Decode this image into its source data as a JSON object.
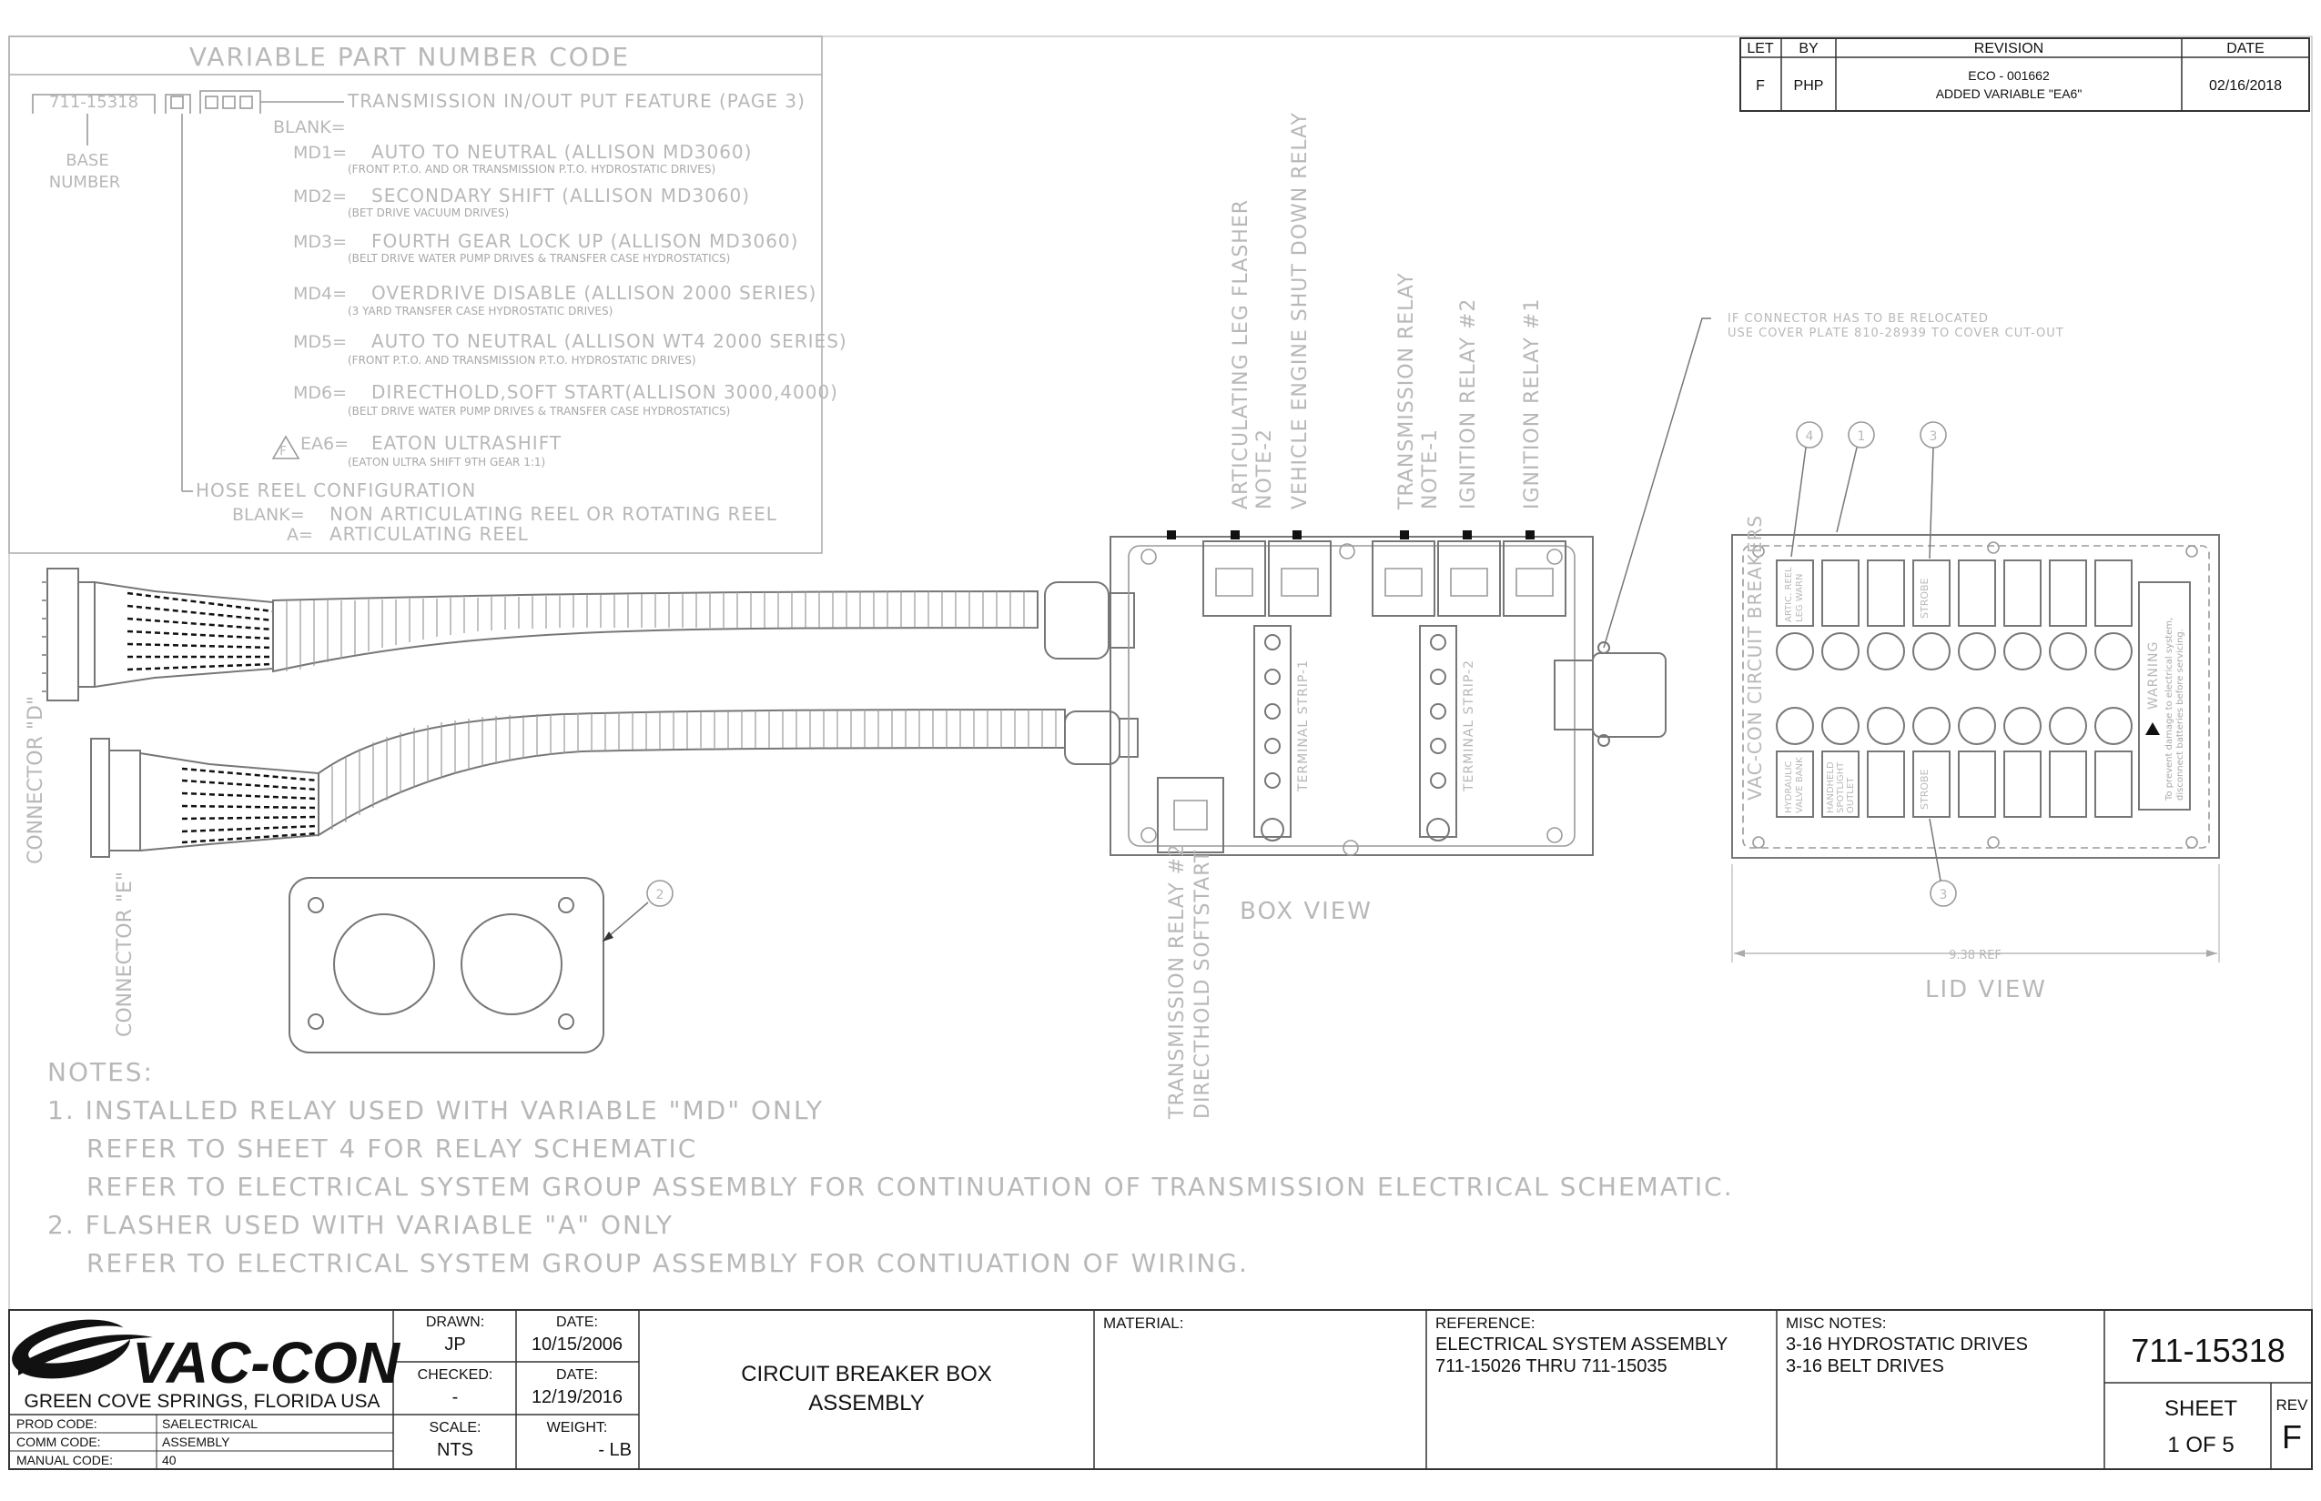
{
  "revision_table": {
    "headers": [
      "LET",
      "BY",
      "REVISION",
      "DATE"
    ],
    "row": {
      "let": "F",
      "by": "PHP",
      "revision_1": "ECO - 001662",
      "revision_2": "ADDED VARIABLE \"EA6\"",
      "date": "02/16/2018"
    }
  },
  "part_code": {
    "title": "VARIABLE PART NUMBER CODE",
    "base_part": "711-15318",
    "base_label_1": "BASE",
    "base_label_2": "NUMBER",
    "transmission_heading": "TRANSMISSION IN/OUT PUT FEATURE (PAGE 3)",
    "blank_label": "BLANK=",
    "options": [
      {
        "code": "MD1=",
        "name": "AUTO TO NEUTRAL (ALLISON MD3060)",
        "note": "(FRONT P.T.O. AND OR TRANSMISSION P.T.O. HYDROSTATIC DRIVES)"
      },
      {
        "code": "MD2=",
        "name": "SECONDARY SHIFT (ALLISON MD3060)",
        "note": "(BET DRIVE VACUUM DRIVES)"
      },
      {
        "code": "MD3=",
        "name": "FOURTH GEAR LOCK UP (ALLISON MD3060)",
        "note": "(BELT DRIVE WATER PUMP DRIVES & TRANSFER CASE HYDROSTATICS)"
      },
      {
        "code": "MD4=",
        "name": "OVERDRIVE DISABLE (ALLISON 2000 SERIES)",
        "note": "(3 YARD TRANSFER CASE HYDROSTATIC DRIVES)"
      },
      {
        "code": "MD5=",
        "name": "AUTO TO NEUTRAL (ALLISON WT4 2000 SERIES)",
        "note": "(FRONT P.T.O. AND TRANSMISSION P.T.O. HYDROSTATIC DRIVES)"
      },
      {
        "code": "MD6=",
        "name": "DIRECTHOLD,SOFT START(ALLISON 3000,4000)",
        "note": "(BELT DRIVE WATER PUMP DRIVES & TRANSFER CASE HYDROSTATICS)"
      },
      {
        "code": "EA6=",
        "name": "EATON ULTRASHIFT",
        "note": "(EATON ULTRA SHIFT 9TH GEAR 1:1)"
      }
    ],
    "revision_marker": "F",
    "hose_heading": "HOSE REEL CONFIGURATION",
    "hose_options": [
      {
        "code": "BLANK=",
        "name": "NON ARTICULATING REEL OR ROTATING REEL"
      },
      {
        "code": "A=",
        "name": "ARTICULATING REEL"
      }
    ]
  },
  "connectors": {
    "d": "CONNECTOR \"D\"",
    "e": "CONNECTOR \"E\""
  },
  "relay_labels": [
    {
      "line1": "ARTICULATING LEG FLASHER",
      "line2": "NOTE-2"
    },
    {
      "line1": "VEHICLE ENGINE SHUT DOWN RELAY",
      "line2": ""
    },
    {
      "line1": "TRANSMISSION RELAY",
      "line2": "NOTE-1"
    },
    {
      "line1": "IGNITION RELAY #2",
      "line2": ""
    },
    {
      "line1": "IGNITION RELAY #1",
      "line2": ""
    }
  ],
  "box_view": {
    "title": "BOX VIEW",
    "strip1": "TERMINAL STRIP-1",
    "strip2": "TERMINAL STRIP-2",
    "bottom_relay_1": "TRANSMISSION RELAY #2",
    "bottom_relay_2": "DIRECTHOLD SOFTSTART"
  },
  "connector_note": {
    "line1": "IF CONNECTOR HAS TO BE RELOCATED",
    "line2": "USE COVER PLATE 810-28939 TO COVER CUT-OUT"
  },
  "lid_view": {
    "title": "LID VIEW",
    "dimension": "9.38 REF",
    "brand_vertical": "VAC-CON CIRCUIT BREAKERS",
    "labels": {
      "leg": [
        "ARTIC. REEL",
        "LEG WARN"
      ],
      "strobe": "STROBE",
      "hyd": [
        "HYDRAULIC",
        "VALVE BANK"
      ],
      "spot": [
        "HANDHELD",
        "SPOTLIGHT",
        "OUTLET"
      ]
    },
    "warning_heading": "WARNING",
    "warning_text": [
      "To prevent damage to electrical system,",
      "disconnect batteries before servicing."
    ],
    "balloons": [
      "4",
      "1",
      "3",
      "3"
    ]
  },
  "cover_plate_balloon": "2",
  "notes": {
    "heading": "NOTES:",
    "lines": [
      "1. INSTALLED RELAY USED WITH VARIABLE \"MD\" ONLY",
      "REFER TO SHEET 4 FOR RELAY SCHEMATIC",
      "REFER TO ELECTRICAL SYSTEM GROUP ASSEMBLY FOR CONTINUATION OF TRANSMISSION ELECTRICAL SCHEMATIC.",
      "2. FLASHER USED WITH VARIABLE \"A\" ONLY",
      "REFER TO ELECTRICAL SYSTEM GROUP ASSEMBLY FOR CONTIUATION OF WIRING."
    ]
  },
  "title_block": {
    "company": "VAC-CON",
    "location": "GREEN COVE SPRINGS, FLORIDA USA",
    "codes": [
      {
        "label": "PROD CODE:",
        "value": "SAELECTRICAL"
      },
      {
        "label": "COMM CODE:",
        "value": "ASSEMBLY"
      },
      {
        "label": "MANUAL CODE:",
        "value": "40"
      }
    ],
    "drawn_label": "DRAWN:",
    "drawn": "JP",
    "drawn_date_label": "DATE:",
    "drawn_date": "10/15/2006",
    "checked_label": "CHECKED:",
    "checked": "-",
    "checked_date_label": "DATE:",
    "checked_date": "12/19/2016",
    "scale_label": "SCALE:",
    "scale": "NTS",
    "weight_label": "WEIGHT:",
    "weight": "- LB",
    "title_line1": "CIRCUIT BREAKER BOX",
    "title_line2": "ASSEMBLY",
    "material_label": "MATERIAL:",
    "reference_label": "REFERENCE:",
    "reference_line1": "ELECTRICAL SYSTEM ASSEMBLY",
    "reference_line2": "711-15026 THRU 711-15035",
    "misc_label": "MISC NOTES:",
    "misc_line1": "3-16 HYDROSTATIC DRIVES",
    "misc_line2": "3-16 BELT DRIVES",
    "part_number": "711-15318",
    "sheet_label": "SHEET",
    "sheet": "1 OF 5",
    "rev_label": "REV",
    "rev": "F"
  }
}
